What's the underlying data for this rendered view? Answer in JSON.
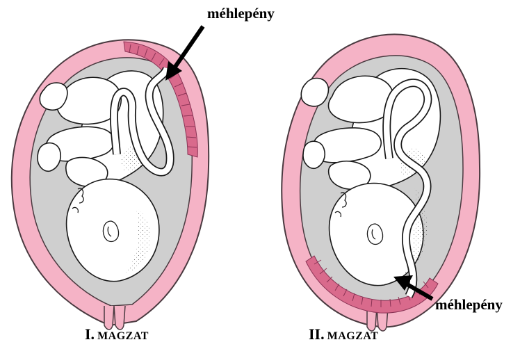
{
  "labels": {
    "placenta_top": "méhlepény",
    "placenta_bottom": "méhlepény"
  },
  "captions": [
    {
      "numeral": "I.",
      "word": "MAGZAT"
    },
    {
      "numeral": "II.",
      "word": "MAGZAT"
    }
  ],
  "colors": {
    "uterus_wall": "#f5b3c6",
    "uterus_outline": "#4a3a40",
    "amniotic_cavity": "#cfcfcf",
    "placenta": "#d96a8c",
    "fetus_fill": "#ffffff",
    "fetus_outline": "#1a1a1a",
    "arrow": "#000000"
  }
}
